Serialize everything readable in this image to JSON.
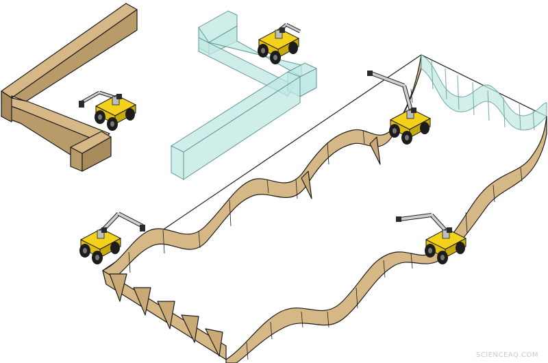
{
  "watermark": "SCIENCEAQ.COM",
  "colors": {
    "wood_top": "#d6b887",
    "wood_side": "#b99b6a",
    "wood_dark": "#9f8256",
    "glass_fill": "#bfe8e2",
    "glass_stroke": "#6fa8a0",
    "robot_yellow": "#f2d21c",
    "robot_black": "#1c1c1c",
    "arm_gray": "#cfcfcf",
    "ink": "#1a1a1a"
  },
  "scene": {
    "objects": [
      "wooden-l-wall",
      "glass-l-wall",
      "corrugated-wall-enclosure",
      "mobile-manipulator-robot"
    ]
  }
}
